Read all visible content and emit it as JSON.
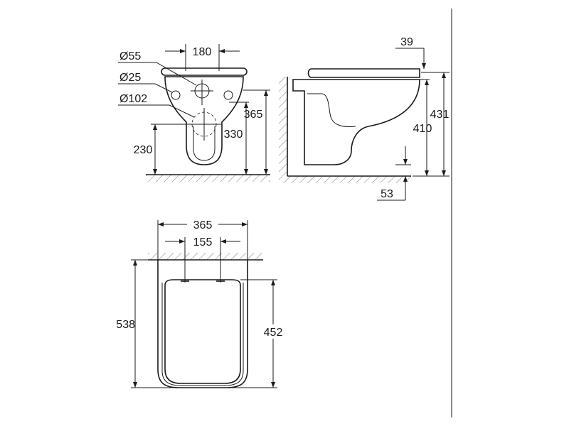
{
  "front_view": {
    "dim_hole_large": "Ø55",
    "dim_hole_small": "Ø25",
    "dim_outlet": "Ø102",
    "dim_hole_spacing": "180",
    "dim_height_top": "365",
    "dim_height_mid": "330",
    "dim_outlet_height": "230"
  },
  "side_view": {
    "dim_seat_depth": "39",
    "dim_total_height": "431",
    "dim_bowl_height": "410",
    "dim_floor_gap": "53"
  },
  "top_view": {
    "dim_width": "365",
    "dim_fixing_spacing": "155",
    "dim_length": "538",
    "dim_seat_length": "452"
  }
}
